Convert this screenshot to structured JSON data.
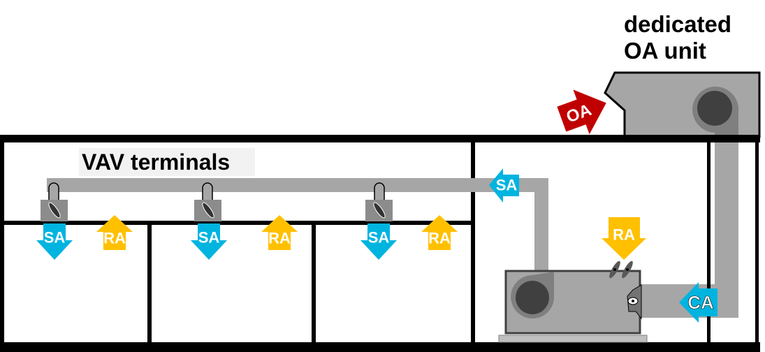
{
  "title": {
    "line1": "dedicated",
    "line2": "OA unit"
  },
  "vav_label": "VAV terminals",
  "arrows": {
    "sa": "SA",
    "ra": "RA",
    "oa": "OA",
    "ca": "CA"
  },
  "colors": {
    "sa": "#00b4e0",
    "ra": "#ffc000",
    "oa": "#c00000",
    "duct": "#a6a6a6",
    "fan": "#404040"
  }
}
